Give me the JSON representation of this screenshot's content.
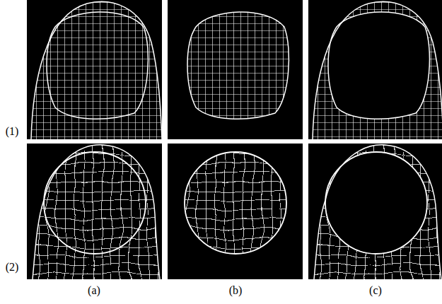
{
  "diagram": {
    "labels": [
      "(1)",
      "(2)",
      "(a)",
      "(b)",
      "(c)"
    ]
  }
}
